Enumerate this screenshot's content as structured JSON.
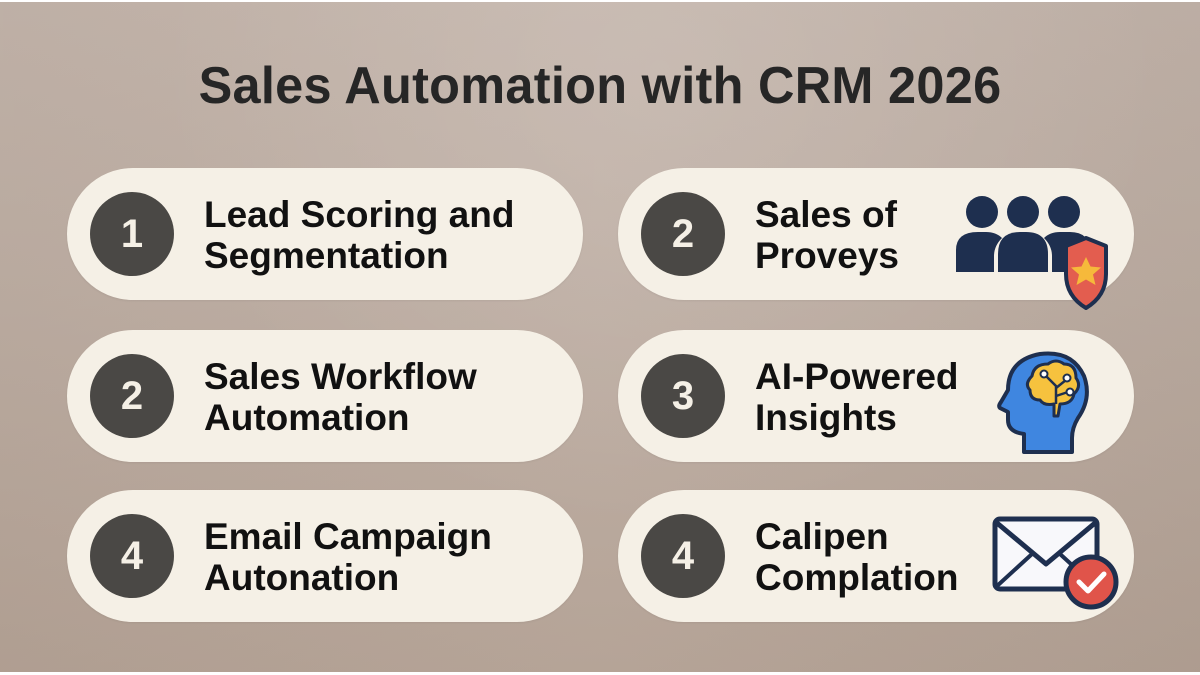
{
  "title": "Sales Automation with CRM 2026",
  "colors": {
    "background_top": "#c2b3a9",
    "background_bottom": "#b3a194",
    "pill": "#f5f0e6",
    "badge": "#4a4845",
    "text": "#111111",
    "icon_navy": "#1e2f4f",
    "icon_red": "#e35d4f",
    "icon_yellow": "#f6b93b",
    "icon_blue": "#3f86e0"
  },
  "items": [
    {
      "number": "1",
      "line1": "Lead Scoring and",
      "line2": "Segmentation",
      "icon": null
    },
    {
      "number": "2",
      "line1": "Sales of",
      "line2": "Proveys",
      "icon": "users-shield-icon"
    },
    {
      "number": "2",
      "line1": "Sales Workflow",
      "line2": "Automation",
      "icon": null
    },
    {
      "number": "3",
      "line1": "AI-Powered",
      "line2": "Insights",
      "icon": "ai-brain-head-icon"
    },
    {
      "number": "4",
      "line1": "Email Campaign",
      "line2": "Autonation",
      "icon": null
    },
    {
      "number": "4",
      "line1": "Calipen",
      "line2": "Complation",
      "icon": "email-check-icon"
    }
  ]
}
